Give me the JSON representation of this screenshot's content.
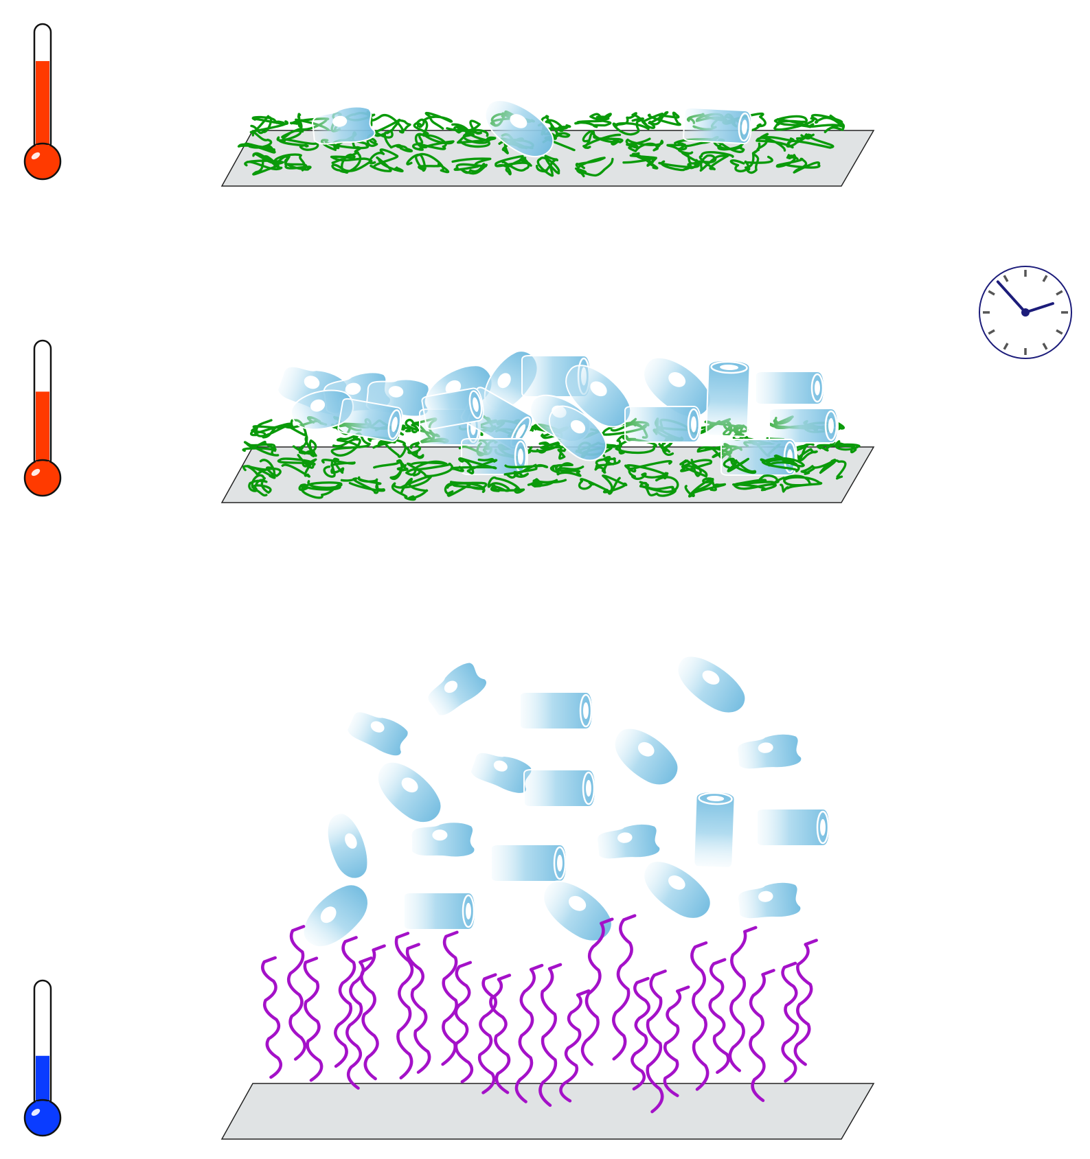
{
  "colors": {
    "hot_mercury": "#ff3a00",
    "cold_mercury": "#0a3cff",
    "substrate_fill": "#e0e3e4",
    "substrate_stroke": "#222222",
    "collapsed_polymer": "#0a9a0a",
    "extended_polymer": "#a411c8",
    "cell_light": "#e4f4fb",
    "cell_dark": "#6fbadf",
    "cell_edge": "#ffffff",
    "clock_face": "#1c1c7a",
    "clock_tick": "#555555"
  },
  "icons": {
    "thermometer_hot": "thermometer-hot-icon",
    "thermometer_cold": "thermometer-cold-icon",
    "clock": "clock-icon",
    "cell": "cell-icon",
    "polymer_collapsed": "collapsed-polymer-coil",
    "polymer_extended": "extended-polymer-chain"
  },
  "panels": [
    {
      "id": "stage-1",
      "temperature": "hot",
      "polymer": "collapsed",
      "cells": "few-attached",
      "mercury_level": 0.71
    },
    {
      "id": "stage-2",
      "temperature": "hot",
      "polymer": "collapsed",
      "cells": "confluent-sheet",
      "mercury_level": 0.6
    },
    {
      "id": "stage-3",
      "temperature": "cold",
      "polymer": "extended",
      "cells": "detached",
      "mercury_level": 0.41
    }
  ],
  "clock": {
    "hour_hand_deg": 72,
    "minute_hand_deg": -42
  }
}
